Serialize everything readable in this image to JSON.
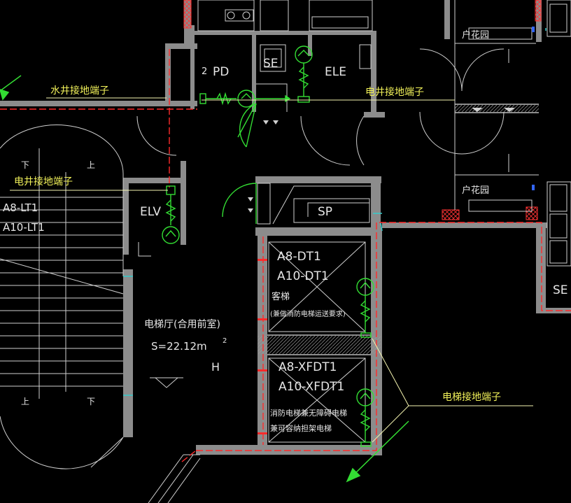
{
  "labels": {
    "water_shaft_terminal": "水井接地端子",
    "elec_shaft_terminal_top": "电井接地端子",
    "elec_shaft_terminal_left": "电井接地端子",
    "elevator_terminal": "电梯接地端子",
    "pd": "PD",
    "pd_mark": "2",
    "se_top": "SE",
    "ele": "ELE",
    "elv": "ELV",
    "sp": "SP",
    "se_right": "SE",
    "garden_top": "户花园",
    "garden_mid": "户花园",
    "stair_a8": "A8-LT1",
    "stair_a10": "A10-LT1",
    "stair_down_top": "下",
    "stair_up_top": "上",
    "stair_up_bottom": "上",
    "stair_down_bottom": "下",
    "lift1_a8": "A8-DT1",
    "lift1_a10": "A10-DT1",
    "lift1_type": "客梯",
    "lift1_note": "(兼做消防电梯运送要求)",
    "lift2_a8": "A8-XFDT1",
    "lift2_a10": "A10-XFDT1",
    "lift2_note1": "消防电梯兼无障碍电梯",
    "lift2_note2": "兼可容纳担架电梯",
    "lobby_name": "电梯厅(合用前室)",
    "lobby_area": "S=22.12m",
    "lobby_area_sup": "2",
    "lobby_h": "H"
  },
  "colors": {
    "wall": "#8c8c8c",
    "grounding": "#ff2a2a",
    "equipment": "#33dd33",
    "leader": "#f5f5b0",
    "text": "#e6e6e6",
    "line": "#cfcfcf",
    "accent_cyan": "#33cccc",
    "hatch": "#ff3333"
  }
}
